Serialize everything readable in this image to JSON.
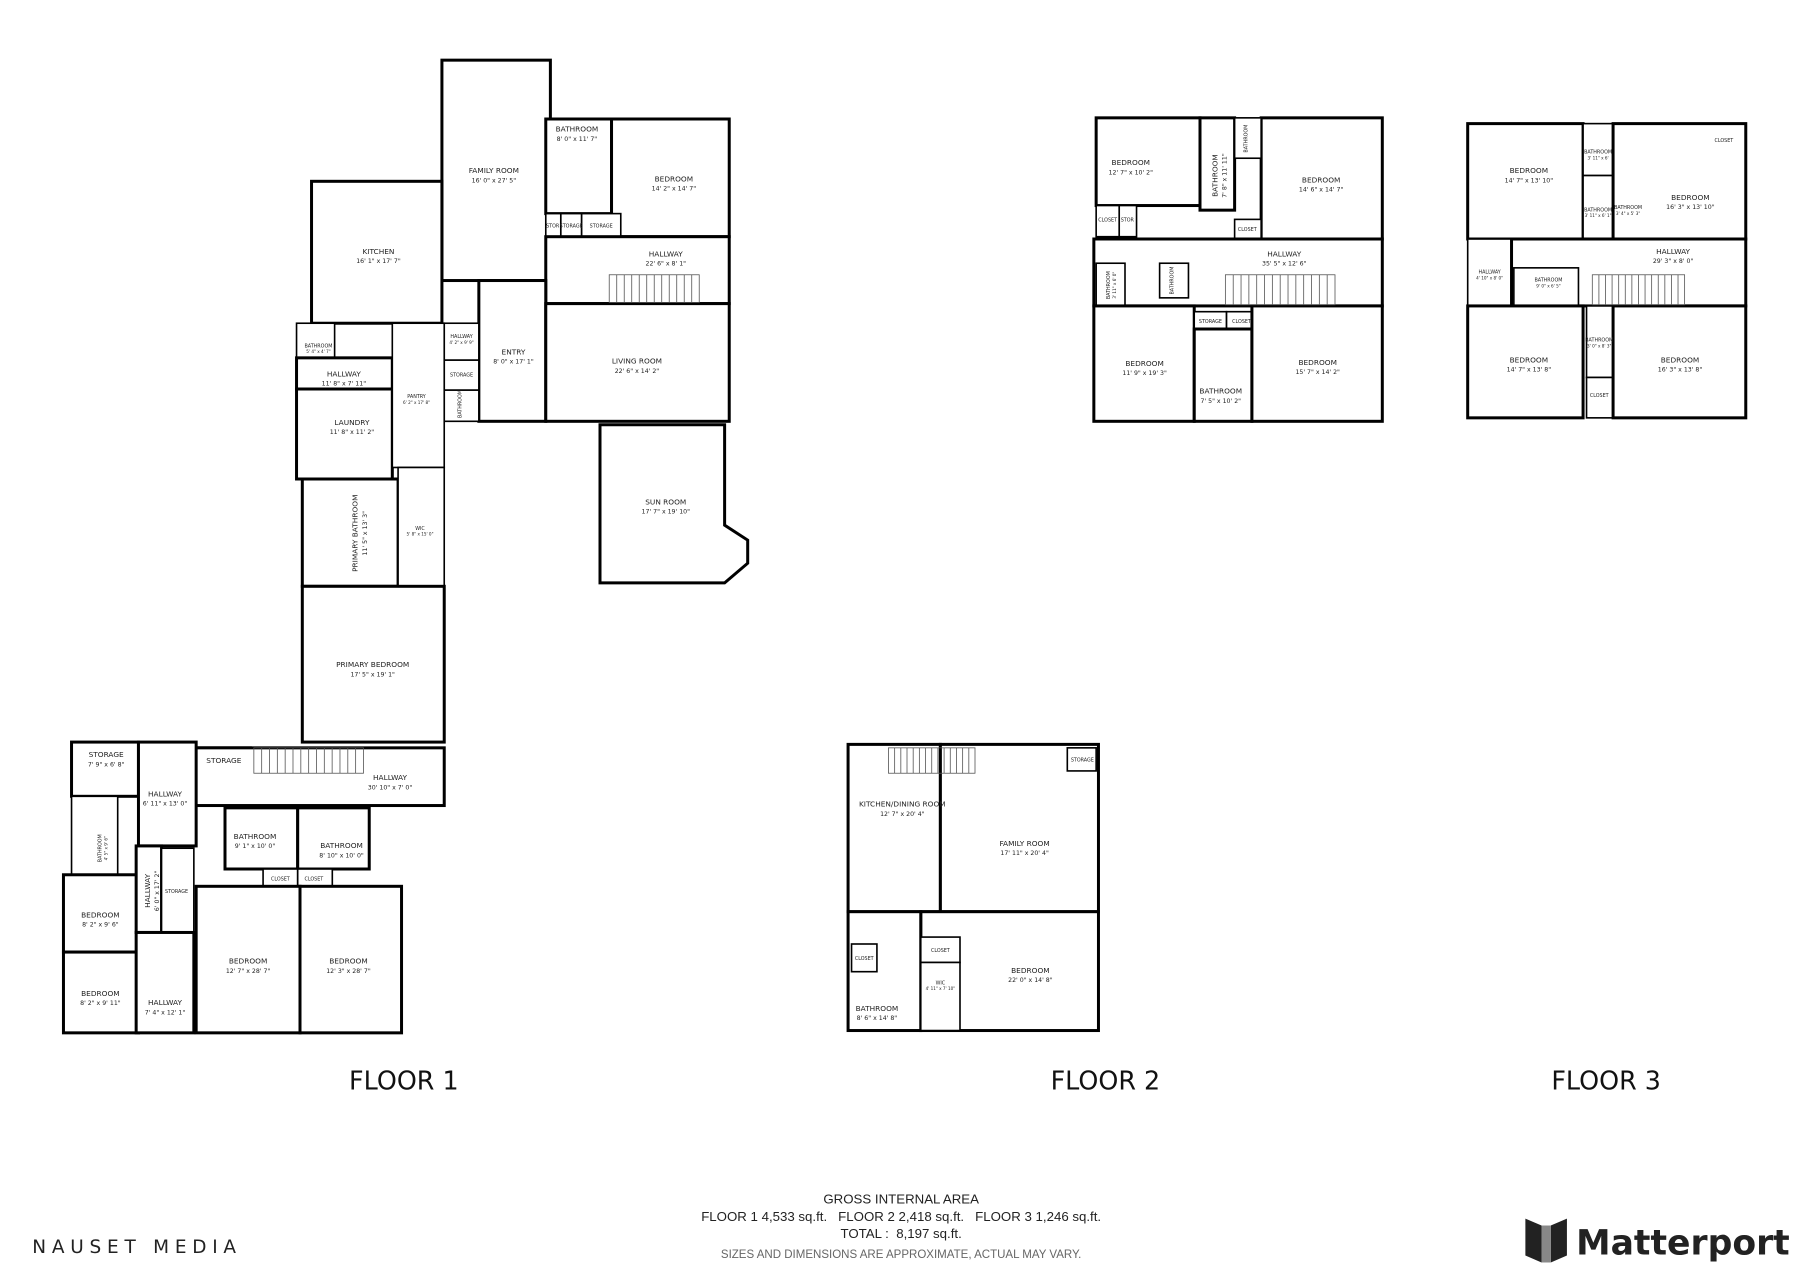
{
  "plans": [
    {
      "id": "floor-1",
      "rooms": [
        {
          "name": "FAMILY ROOM",
          "dims": "16' 0\" x 27' 5\""
        },
        {
          "name": "BATHROOM",
          "dims": "8' 0\" x 11' 7\""
        },
        {
          "name": "BEDROOM",
          "dims": "14' 2\" x 14' 7\""
        },
        {
          "name": "STORAGE",
          "dims": ""
        },
        {
          "name": "STORAGE",
          "dims": ""
        },
        {
          "name": "STOR",
          "dims": ""
        },
        {
          "name": "HALLWAY",
          "dims": "22' 6\" x 8' 1\""
        },
        {
          "name": "KITCHEN",
          "dims": "16' 1\" x 17' 7\""
        },
        {
          "name": "ENTRY",
          "dims": "8' 0\" x 17' 1\""
        },
        {
          "name": "LIVING ROOM",
          "dims": "22' 6\" x 14' 2\""
        },
        {
          "name": "HALLWAY",
          "dims": "4' 2\" x 9' 9\""
        },
        {
          "name": "STORAGE",
          "dims": ""
        },
        {
          "name": "BATHROOM",
          "dims": ""
        },
        {
          "name": "BATHROOM",
          "dims": "5' 4\" x 4' 7\""
        },
        {
          "name": "HALLWAY",
          "dims": "11' 8\" x 7' 11\""
        },
        {
          "name": "LAUNDRY",
          "dims": "11' 8\" x 11' 2\""
        },
        {
          "name": "PANTRY",
          "dims": "6' 2\" x 17' 8\""
        },
        {
          "name": "PRIMARY BATHROOM",
          "dims": "11' 5\" x 13' 3\""
        },
        {
          "name": "WIC",
          "dims": "5' 8\" x 15' 0\""
        },
        {
          "name": "PRIMARY BEDROOM",
          "dims": "17' 5\" x 19' 1\""
        },
        {
          "name": "SUN ROOM",
          "dims": "17' 7\" x 19' 10\""
        },
        {
          "name": "STORAGE",
          "dims": ""
        },
        {
          "name": "HALLWAY",
          "dims": "30' 10\" x 7' 0\""
        },
        {
          "name": "STORAGE",
          "dims": "7' 9\" x 6' 8\""
        },
        {
          "name": "HALLWAY",
          "dims": "6' 11\" x 13' 0\""
        },
        {
          "name": "BATHROOM",
          "dims": "4' 5\" x 9' 6\""
        },
        {
          "name": "BEDROOM",
          "dims": "8' 2\" x 9' 6\""
        },
        {
          "name": "BEDROOM",
          "dims": "8' 2\" x 9' 11\""
        },
        {
          "name": "HALLWAY",
          "dims": "6' 0\" x 17' 2\""
        },
        {
          "name": "STORAGE",
          "dims": ""
        },
        {
          "name": "HALLWAY",
          "dims": "7' 4\" x 12' 1\""
        },
        {
          "name": "BATHROOM",
          "dims": "9' 1\" x 10' 0\""
        },
        {
          "name": "BATHROOM",
          "dims": "8' 10\" x 10' 0\""
        },
        {
          "name": "CLOSET",
          "dims": ""
        },
        {
          "name": "CLOSET",
          "dims": ""
        },
        {
          "name": "BEDROOM",
          "dims": "12' 7\" x 28' 7\""
        },
        {
          "name": "BEDROOM",
          "dims": "12' 3\" x 28' 7\""
        }
      ]
    },
    {
      "id": "floor-2-upper",
      "rooms": [
        {
          "name": "BEDROOM",
          "dims": "12' 7\" x 10' 2\""
        },
        {
          "name": "BATHROOM",
          "dims": "7' 8\" x 11' 11\""
        },
        {
          "name": "BEDROOM",
          "dims": "14' 6\" x 14' 7\""
        },
        {
          "name": "CLOSET",
          "dims": ""
        },
        {
          "name": "STOR",
          "dims": ""
        },
        {
          "name": "BATHROOM",
          "dims": ""
        },
        {
          "name": "CLOSET",
          "dims": ""
        },
        {
          "name": "HALLWAY",
          "dims": "35' 5\" x 12' 6\""
        },
        {
          "name": "BATHROOM",
          "dims": "3' 11\" x 6' 0\""
        },
        {
          "name": "BATHROOM",
          "dims": ""
        },
        {
          "name": "BEDROOM",
          "dims": "11' 9\" x 19' 3\""
        },
        {
          "name": "STORAGE",
          "dims": ""
        },
        {
          "name": "CLOSET",
          "dims": ""
        },
        {
          "name": "BATHROOM",
          "dims": "7' 5\" x 10' 2\""
        },
        {
          "name": "BEDROOM",
          "dims": "15' 7\" x 14' 2\""
        }
      ]
    },
    {
      "id": "floor-2-lower",
      "rooms": [
        {
          "name": "KITCHEN/DINING ROOM",
          "dims": "12' 7\" x 20' 4\""
        },
        {
          "name": "FAMILY ROOM",
          "dims": "17' 11\" x 20' 4\""
        },
        {
          "name": "STORAGE",
          "dims": ""
        },
        {
          "name": "BEDROOM",
          "dims": "22' 0\" x 14' 8\""
        },
        {
          "name": "BATHROOM",
          "dims": "8' 6\" x 14' 8\""
        },
        {
          "name": "CLOSET",
          "dims": ""
        },
        {
          "name": "CLOSET",
          "dims": ""
        },
        {
          "name": "WIC",
          "dims": "4' 11\" x 7' 10\""
        }
      ]
    },
    {
      "id": "floor-3",
      "rooms": [
        {
          "name": "BEDROOM",
          "dims": "14' 7\" x 13' 10\""
        },
        {
          "name": "BATHROOM",
          "dims": "3' 11\" x 6'"
        },
        {
          "name": "BATHROOM",
          "dims": "3' 11\" x 6' 1\""
        },
        {
          "name": "BATHROOM",
          "dims": "3' 4\" x 5' 3\""
        },
        {
          "name": "CLOSET",
          "dims": ""
        },
        {
          "name": "BEDROOM",
          "dims": "16' 3\" x 13' 10\""
        },
        {
          "name": "HALLWAY",
          "dims": "4' 10\" x 8' 0\""
        },
        {
          "name": "HALLWAY",
          "dims": "29' 3\" x 8' 0\""
        },
        {
          "name": "BATHROOM",
          "dims": "9' 0\" x 6' 5\""
        },
        {
          "name": "BEDROOM",
          "dims": "14' 7\" x 13' 8\""
        },
        {
          "name": "BATHROOM",
          "dims": "3' 0\" x 8' 3\""
        },
        {
          "name": "CLOSET",
          "dims": ""
        },
        {
          "name": "BEDROOM",
          "dims": "16' 3\" x 13' 8\""
        }
      ]
    }
  ],
  "floor_labels": [
    "FLOOR 1",
    "FLOOR 2",
    "FLOOR 3"
  ],
  "footer": {
    "title": "GROSS INTERNAL AREA",
    "floors_line": "FLOOR 1 4,533 sq.ft.   FLOOR 2 2,418 sq.ft.   FLOOR 3 1,246 sq.ft.",
    "total": "TOTAL :  8,197 sq.ft.",
    "disclaimer": "SIZES AND DIMENSIONS ARE APPROXIMATE, ACTUAL MAY VARY."
  },
  "branding": {
    "company": "NAUSET MEDIA",
    "logo": "Matterport"
  }
}
